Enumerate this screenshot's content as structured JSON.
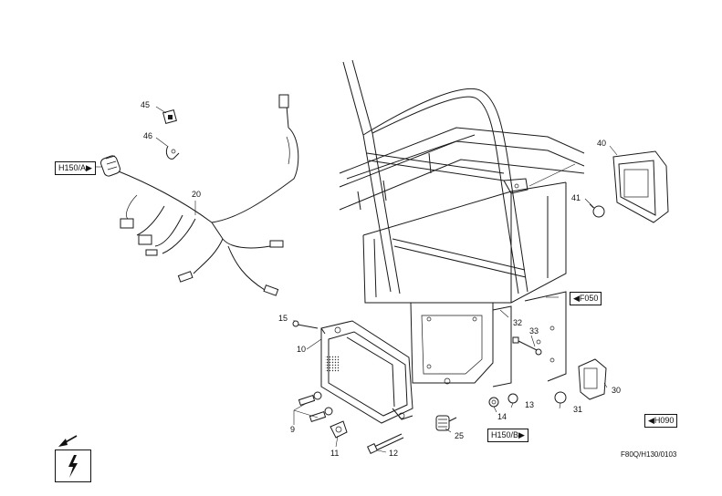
{
  "diagram": {
    "drawing_code": "F80Q/H130/0103",
    "refs": {
      "h150a": "H150/A▶",
      "f050": "◀F050",
      "h150b": "H150/B▶",
      "h090": "◀H090"
    },
    "callouts": [
      "45",
      "46",
      "20",
      "40",
      "41",
      "15",
      "10",
      "32",
      "33",
      "30",
      "13",
      "14",
      "31",
      "9",
      "25",
      "11",
      "12"
    ],
    "icons": {
      "direction": "arrow-down-left-icon",
      "electrical": "lightning-bolt-icon"
    }
  }
}
